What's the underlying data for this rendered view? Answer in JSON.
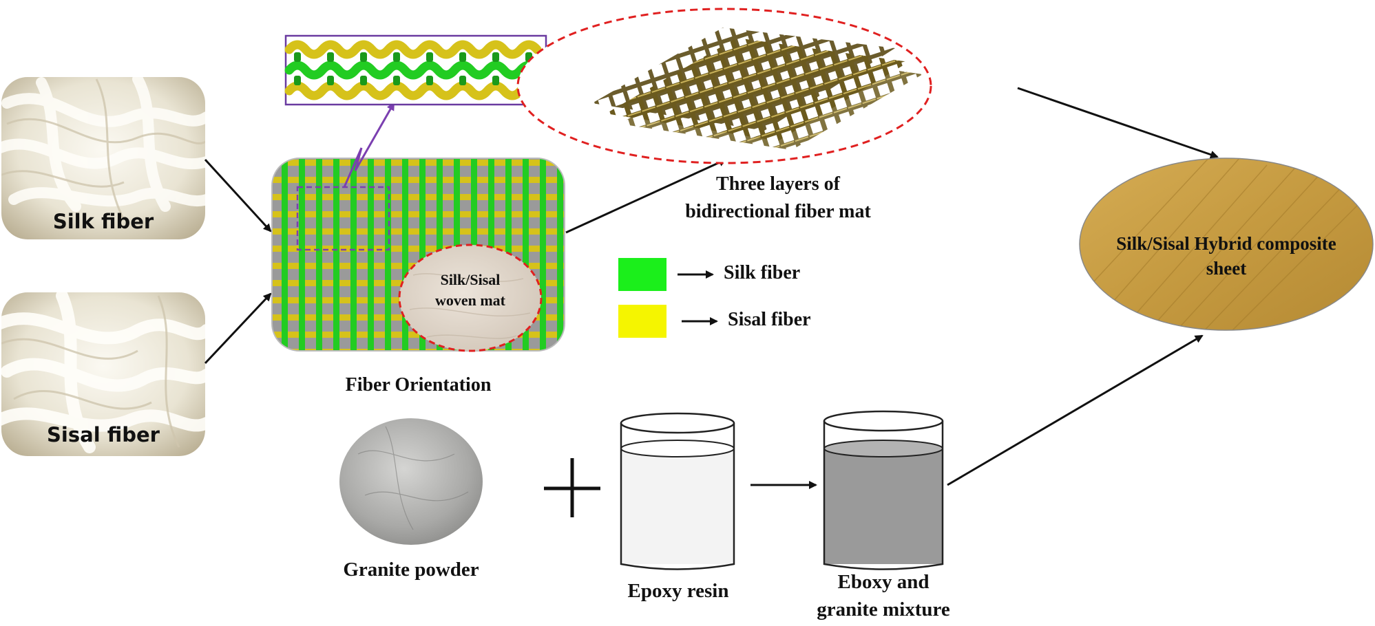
{
  "diagram": {
    "materials": {
      "silk": "Silk fiber",
      "sisal": "Sisal fiber"
    },
    "weave": {
      "label": "Fiber Orientation",
      "mat_label_line1": "Silk/Sisal",
      "mat_label_line2": "woven mat"
    },
    "layers": {
      "line1": "Three layers of",
      "line2": "bidirectional fiber mat"
    },
    "legend": {
      "items": [
        {
          "color": "#1bef1b",
          "label": "Silk fiber"
        },
        {
          "color": "#f5f500",
          "label": "Sisal fiber"
        }
      ]
    },
    "composite": {
      "line1": "Silk/Sisal Hybrid composite",
      "line2": "sheet"
    },
    "matrix": {
      "granite": "Granite powder",
      "epoxy": "Epoxy resin",
      "mixture_line1": "Eboxy and",
      "mixture_line2": "granite mixture"
    },
    "colors": {
      "silk_thread": "#22cc22",
      "sisal_thread": "#d6c21a",
      "mat_thread": "#6b5a1e",
      "dashed_outline": "#e02020",
      "arrow": "#111111",
      "zoom_arrow": "#7b3fb0"
    }
  }
}
